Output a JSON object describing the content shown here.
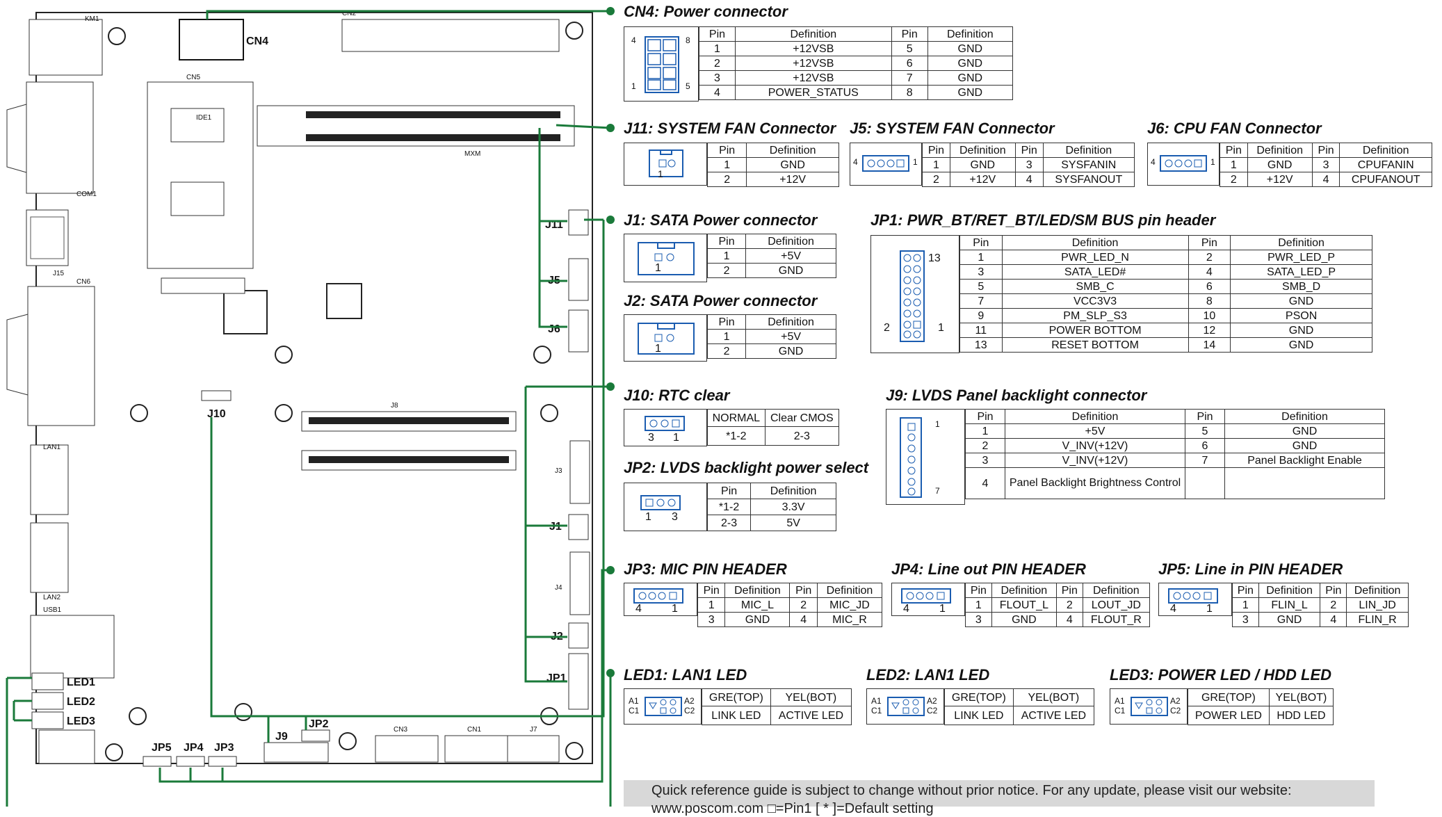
{
  "board": {
    "labels": [
      "CN4",
      "J11",
      "J5",
      "J6",
      "J10",
      "J1",
      "J2",
      "JP1",
      "JP2",
      "J9",
      "JP5",
      "JP4",
      "JP3",
      "LED1",
      "LED2",
      "LED3"
    ],
    "small_labels": [
      "KM1",
      "CN2",
      "CN5",
      "IDE1",
      "COM1",
      "J15",
      "CN6",
      "MXM",
      "J8",
      "LAN1",
      "LAN2",
      "USB1",
      "CN3",
      "CN1",
      "J7",
      "J3",
      "J4"
    ],
    "wire_color": "#1a7a3a"
  },
  "cn4": {
    "title": "CN4: Power connector",
    "pin_labels": [
      "4",
      "8",
      "1",
      "5"
    ],
    "headers": [
      "Pin",
      "Definition",
      "Pin",
      "Definition"
    ],
    "rows": [
      [
        "1",
        "+12VSB",
        "5",
        "GND"
      ],
      [
        "2",
        "+12VSB",
        "6",
        "GND"
      ],
      [
        "3",
        "+12VSB",
        "7",
        "GND"
      ],
      [
        "4",
        "POWER_STATUS",
        "8",
        "GND"
      ]
    ]
  },
  "j11": {
    "title": "J11: SYSTEM FAN Connector",
    "pin_labels": [
      "1"
    ],
    "headers": [
      "Pin",
      "Definition"
    ],
    "rows": [
      [
        "1",
        "GND"
      ],
      [
        "2",
        "+12V"
      ]
    ]
  },
  "j5": {
    "title": "J5: SYSTEM FAN Connector",
    "pin_labels": [
      "4",
      "1"
    ],
    "headers": [
      "Pin",
      "Definition",
      "Pin",
      "Definition"
    ],
    "rows": [
      [
        "1",
        "GND",
        "3",
        "SYSFANIN"
      ],
      [
        "2",
        "+12V",
        "4",
        "SYSFANOUT"
      ]
    ]
  },
  "j6": {
    "title": "J6: CPU FAN Connector",
    "pin_labels": [
      "4",
      "1"
    ],
    "headers": [
      "Pin",
      "Definition",
      "Pin",
      "Definition"
    ],
    "rows": [
      [
        "1",
        "GND",
        "3",
        "CPUFANIN"
      ],
      [
        "2",
        "+12V",
        "4",
        "CPUFANOUT"
      ]
    ]
  },
  "j1": {
    "title": "J1:  SATA  Power  connector",
    "pin_labels": [
      "1"
    ],
    "headers": [
      "Pin",
      "Definition"
    ],
    "rows": [
      [
        "1",
        "+5V"
      ],
      [
        "2",
        "GND"
      ]
    ]
  },
  "j2": {
    "title": "J2: SATA Power connector",
    "pin_labels": [
      "1"
    ],
    "headers": [
      "Pin",
      "Definition"
    ],
    "rows": [
      [
        "1",
        "+5V"
      ],
      [
        "2",
        "GND"
      ]
    ]
  },
  "jp1": {
    "title": "JP1: PWR_BT/RET_BT/LED/SM BUS pin header",
    "pin_labels": [
      "13",
      "2",
      "1"
    ],
    "headers": [
      "Pin",
      "Definition",
      "Pin",
      "Definition"
    ],
    "rows": [
      [
        "1",
        "PWR_LED_N",
        "2",
        "PWR_LED_P"
      ],
      [
        "3",
        "SATA_LED#",
        "4",
        "SATA_LED_P"
      ],
      [
        "5",
        "SMB_C",
        "6",
        "SMB_D"
      ],
      [
        "7",
        "VCC3V3",
        "8",
        "GND"
      ],
      [
        "9",
        "PM_SLP_S3",
        "10",
        "PSON"
      ],
      [
        "11",
        "POWER BOTTOM",
        "12",
        "GND"
      ],
      [
        "13",
        "RESET BOTTOM",
        "14",
        "GND"
      ]
    ]
  },
  "j10": {
    "title": "J10:  RTC clear",
    "pin_labels": [
      "3",
      "1"
    ],
    "headers": [
      "NORMAL",
      "Clear CMOS"
    ],
    "rows": [
      [
        "*1-2",
        "2-3"
      ]
    ]
  },
  "jp2": {
    "title": "JP2:  LVDS backlight power select",
    "pin_labels": [
      "1",
      "3"
    ],
    "headers": [
      "Pin",
      "Definition"
    ],
    "rows": [
      [
        "*1-2",
        "3.3V"
      ],
      [
        "2-3",
        "5V"
      ]
    ]
  },
  "j9": {
    "title": "J9: LVDS Panel backlight connector",
    "pin_labels": [
      "1",
      "7"
    ],
    "headers": [
      "Pin",
      "Definition",
      "Pin",
      "Definition"
    ],
    "rows": [
      [
        "1",
        "+5V",
        "5",
        "GND"
      ],
      [
        "2",
        "V_INV(+12V)",
        "6",
        "GND"
      ],
      [
        "3",
        "V_INV(+12V)",
        "7",
        "Panel Backlight Enable"
      ],
      [
        "4",
        "Panel Backlight Brightness Control",
        "",
        ""
      ]
    ]
  },
  "jp3": {
    "title": "JP3: MIC PIN HEADER",
    "pin_labels": [
      "4",
      "1"
    ],
    "headers": [
      "Pin",
      "Definition",
      "Pin",
      "Definition"
    ],
    "rows": [
      [
        "1",
        "MIC_L",
        "2",
        "MIC_JD"
      ],
      [
        "3",
        "GND",
        "4",
        "MIC_R"
      ]
    ]
  },
  "jp4": {
    "title": "JP4: Line out PIN HEADER",
    "pin_labels": [
      "4",
      "1"
    ],
    "headers": [
      "Pin",
      "Definition",
      "Pin",
      "Definition"
    ],
    "rows": [
      [
        "1",
        "FLOUT_L",
        "2",
        "LOUT_JD"
      ],
      [
        "3",
        "GND",
        "4",
        "FLOUT_R"
      ]
    ]
  },
  "jp5": {
    "title": "JP5: Line in PIN HEADER",
    "pin_labels": [
      "4",
      "1"
    ],
    "headers": [
      "Pin",
      "Definition",
      "Pin",
      "Definition"
    ],
    "rows": [
      [
        "1",
        "FLIN_L",
        "2",
        "LIN_JD"
      ],
      [
        "3",
        "GND",
        "4",
        "FLIN_R"
      ]
    ]
  },
  "led1": {
    "title": "LED1:  LAN1 LED",
    "pin_labels": [
      "A1",
      "C1",
      "A2",
      "C2"
    ],
    "headers": [
      "GRE(TOP)",
      "YEL(BOT)"
    ],
    "rows": [
      [
        "LINK LED",
        "ACTIVE LED"
      ]
    ]
  },
  "led2": {
    "title": "LED2:  LAN1 LED",
    "pin_labels": [
      "A1",
      "C1",
      "A2",
      "C2"
    ],
    "headers": [
      "GRE(TOP)",
      "YEL(BOT)"
    ],
    "rows": [
      [
        "LINK LED",
        "ACTIVE LED"
      ]
    ]
  },
  "led3": {
    "title": "LED3:  POWER LED / HDD LED",
    "pin_labels": [
      "A1",
      "C1",
      "A2",
      "C2"
    ],
    "headers": [
      "GRE(TOP)",
      "YEL(BOT)"
    ],
    "rows": [
      [
        "POWER LED",
        "HDD LED"
      ]
    ]
  },
  "notice": {
    "line1": "Quick reference guide is subject to change without prior notice. For any update, please visit our website:",
    "line2": "www.poscom.com   □=Pin1    [ * ]=Default setting"
  }
}
